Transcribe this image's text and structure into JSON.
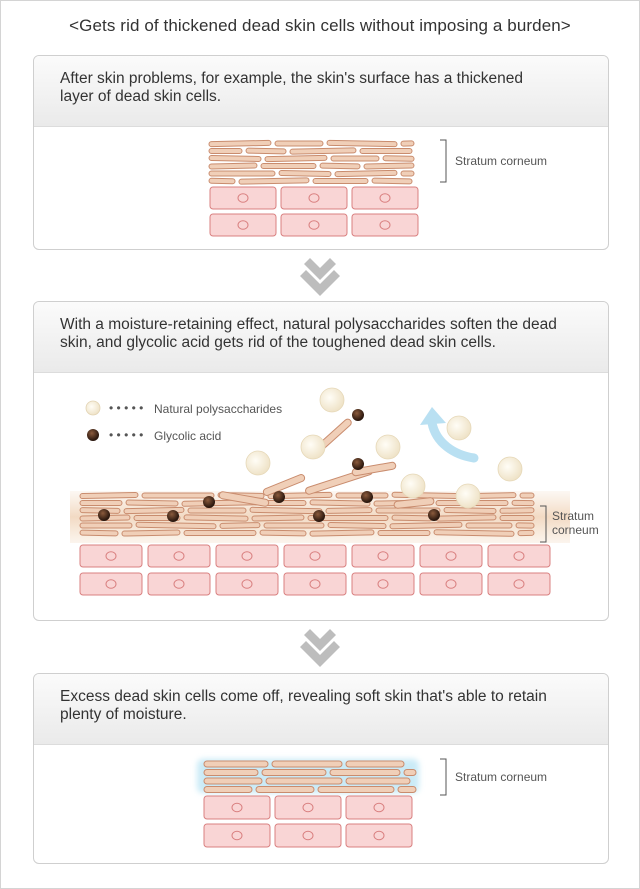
{
  "title": "<Gets rid of thickened dead skin cells without imposing a burden>",
  "panels": [
    {
      "text": "After skin problems, for example, the skin's surface has a thickened layer of dead skin cells.",
      "label": "Stratum corneum"
    },
    {
      "text": "With a moisture-retaining effect, natural polysaccharides soften the dead skin, and glycolic acid gets rid of the toughened dead skin cells.",
      "label_line1": "Stratum",
      "label_line2": "corneum",
      "legend": {
        "polysaccharides": "Natural polysaccharides",
        "glycolic": "Glycolic acid"
      }
    },
    {
      "text": "Excess dead skin cells come off, revealing soft skin that's able to retain plenty of moisture.",
      "label": "Stratum corneum"
    }
  ],
  "colors": {
    "flake_fill": "#f0cfb8",
    "flake_stroke": "#c98c6e",
    "cell_fill": "#f9d5d5",
    "cell_stroke": "#d98080",
    "polysaccharide": "#f7eedb",
    "glycolic": "#3a2418",
    "moist_glow": "#9fdaf0",
    "arrow_gray": "#bdbdbd",
    "curl_arrow": "#b9e0f2"
  },
  "icons": [
    "down-arrow-icon",
    "curved-arrow-icon"
  ]
}
